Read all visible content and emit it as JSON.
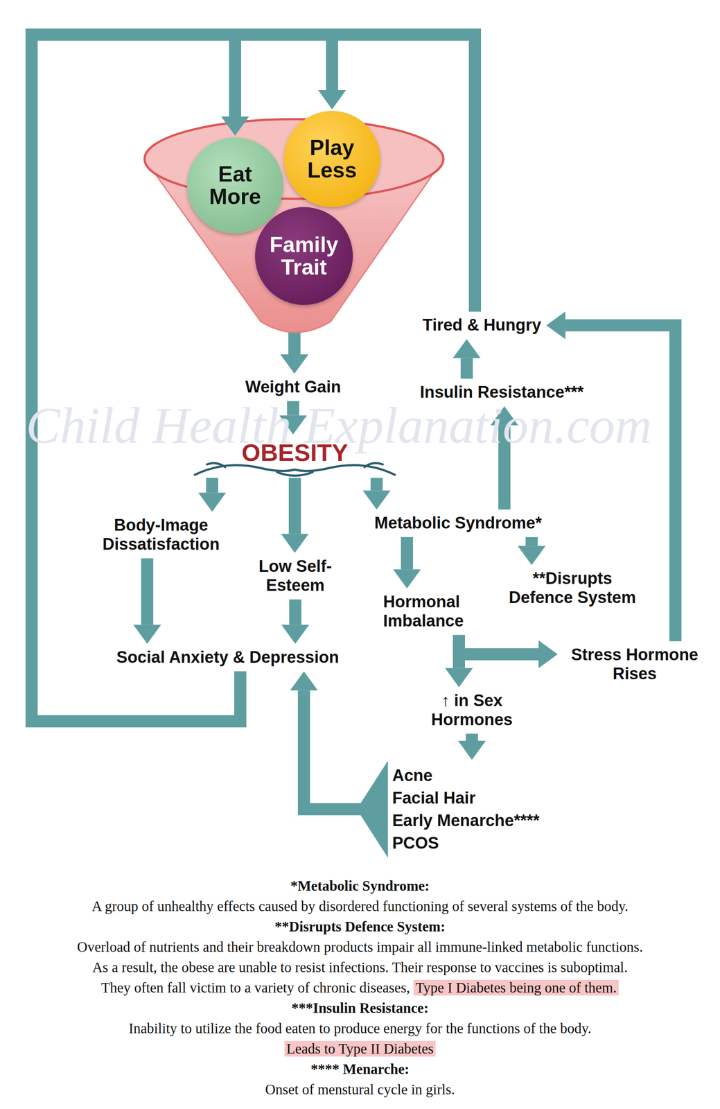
{
  "diagram": {
    "nodes": [
      {
        "text": [
          "Eat More"
        ]
      },
      {
        "text": [
          "Play Less"
        ]
      },
      {
        "text": [
          "Family Trait"
        ]
      },
      {
        "text": [
          "Tired & Hungry"
        ]
      },
      {
        "text": [
          "Insulin Resistance***"
        ]
      },
      {
        "text": [
          "Weight Gain"
        ]
      },
      {
        "text": [
          "OBESITY"
        ]
      },
      {
        "text": [
          "Body-Image Dissatisfaction"
        ]
      },
      {
        "text": [
          "Low Self-Esteem"
        ]
      },
      {
        "text": [
          "Metabolic Syndrome*"
        ]
      },
      {
        "text": [
          "**Disrupts Defence System"
        ]
      },
      {
        "text": [
          "Hormonal Imbalance"
        ]
      },
      {
        "text": [
          "Social Anxiety & Depression"
        ]
      },
      {
        "text": [
          "Stress Hormone Rises"
        ]
      },
      {
        "text": [
          "↑ in Sex Hormones"
        ]
      },
      {
        "text": [
          "Acne",
          "Facial Hair",
          "Early Menarche****",
          "PCOS"
        ]
      }
    ],
    "edges": [
      {
        "from": 0,
        "to": 5,
        "arrow": "to"
      },
      {
        "from": 1,
        "to": 5,
        "arrow": "to"
      },
      {
        "from": 2,
        "to": 5,
        "arrow": "to"
      },
      {
        "from": 5,
        "to": 6,
        "arrow": "to"
      },
      {
        "from": 6,
        "to": 7,
        "arrow": "to"
      },
      {
        "from": 6,
        "to": 8,
        "arrow": "to"
      },
      {
        "from": 6,
        "to": 9,
        "arrow": "to"
      },
      {
        "from": 7,
        "to": 12,
        "arrow": "to"
      },
      {
        "from": 8,
        "to": 12,
        "arrow": "to"
      },
      {
        "from": 9,
        "to": 11,
        "arrow": "to"
      },
      {
        "from": 9,
        "to": 10,
        "arrow": "to"
      },
      {
        "from": 9,
        "to": 4,
        "arrow": "to"
      },
      {
        "from": 4,
        "to": 3,
        "arrow": "to"
      },
      {
        "from": 11,
        "to": 13,
        "arrow": "to"
      },
      {
        "from": 11,
        "to": 14,
        "arrow": "to"
      },
      {
        "from": 13,
        "to": 3,
        "arrow": "to"
      },
      {
        "from": 14,
        "to": 15,
        "arrow": "to"
      },
      {
        "from": 15,
        "to": 12,
        "arrow": "to"
      },
      {
        "from": 12,
        "to": 0,
        "arrow": "to"
      },
      {
        "from": 12,
        "to": 1,
        "arrow": "to"
      },
      {
        "from": 3,
        "to": 0,
        "arrow": "to"
      },
      {
        "from": 3,
        "to": 1,
        "arrow": "to"
      }
    ],
    "labels": [
      "*Metabolic Syndrome:",
      "A group of unhealthy effects caused by disordered functioning of several systems of the body.",
      "**Disrupts Defence System:",
      "Overload of nutrients and their breakdown products impair all immune-linked metabolic functions.",
      "As a result, the obese are unable to resist infections. Their response to vaccines is suboptimal.",
      "They often fall victim to a variety of chronic diseases,",
      "Type I Diabetes being one of them.",
      "***Insulin Resistance:",
      "Inability to utilize the food eaten to produce energy for the functions of the body.",
      "Leads to Type II Diabetes",
      "**** Menarche:",
      "Onset of menstural cycle in girls.",
      "Child Health Explanation.com"
    ]
  }
}
